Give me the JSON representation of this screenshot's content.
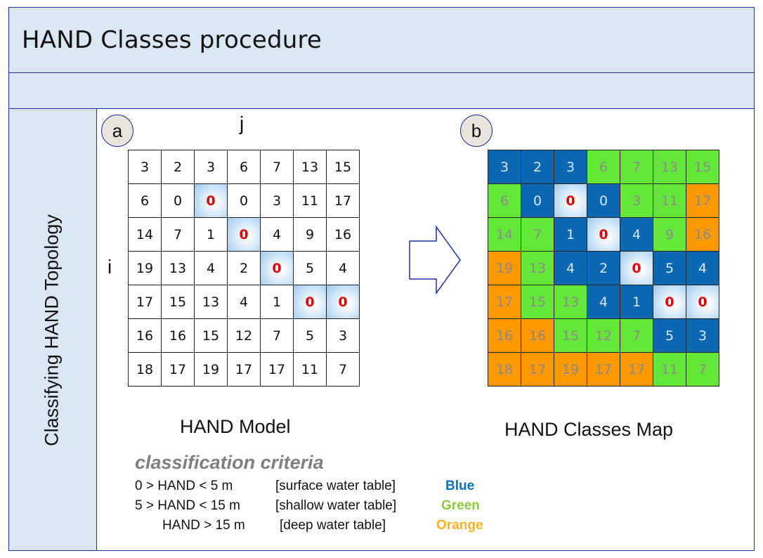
{
  "title": "HAND Classes procedure",
  "side_label": "Classifying HAND Topology",
  "panel_a": {
    "badge": "a",
    "j_label": "j",
    "i_label": "i",
    "caption": "HAND Model",
    "grid": [
      [
        "3",
        "2",
        "3",
        "6",
        "7",
        "13",
        "15"
      ],
      [
        "6",
        "0",
        "0",
        "0",
        "3",
        "11",
        "17"
      ],
      [
        "14",
        "7",
        "1",
        "0",
        "4",
        "9",
        "16"
      ],
      [
        "19",
        "13",
        "4",
        "2",
        "0",
        "5",
        "4"
      ],
      [
        "17",
        "15",
        "13",
        "4",
        "1",
        "0",
        "0"
      ],
      [
        "16",
        "16",
        "15",
        "12",
        "7",
        "5",
        "3"
      ],
      [
        "18",
        "17",
        "19",
        "17",
        "17",
        "11",
        "7"
      ]
    ],
    "highlight": [
      [
        1,
        2
      ],
      [
        2,
        3
      ],
      [
        3,
        4
      ],
      [
        4,
        5
      ],
      [
        4,
        6
      ]
    ]
  },
  "panel_b": {
    "badge": "b",
    "caption": "HAND Classes Map",
    "class_grid": [
      [
        "blue",
        "blue",
        "blue",
        "green",
        "green",
        "green",
        "green"
      ],
      [
        "green",
        "blue",
        "drain",
        "blue",
        "green",
        "green",
        "orange"
      ],
      [
        "green",
        "green",
        "blue",
        "drain",
        "blue",
        "green",
        "orange"
      ],
      [
        "orange",
        "green",
        "blue",
        "blue",
        "drain",
        "blue",
        "blue"
      ],
      [
        "orange",
        "green",
        "green",
        "blue",
        "blue",
        "drain",
        "drain"
      ],
      [
        "orange",
        "orange",
        "green",
        "green",
        "green",
        "blue",
        "blue"
      ],
      [
        "orange",
        "orange",
        "orange",
        "orange",
        "orange",
        "green",
        "green"
      ]
    ]
  },
  "colors": {
    "blue": "#0b67b0",
    "green": "#63e83a",
    "orange": "#ff9900",
    "blue_text": "#0b6fbf",
    "green_text": "#8ccc3c",
    "orange_text": "#ffb01f",
    "zero": "#e00000"
  },
  "criteria": {
    "title": "classification criteria",
    "rows": [
      {
        "condition": "0 > HAND < 5 m",
        "desc": "[surface water table]",
        "class": "Blue"
      },
      {
        "condition": "5 > HAND < 15 m",
        "desc": "[shallow water table]",
        "class": "Green"
      },
      {
        "condition": "HAND > 15 m",
        "desc": "[deep water table]",
        "class": "Orange"
      }
    ]
  }
}
